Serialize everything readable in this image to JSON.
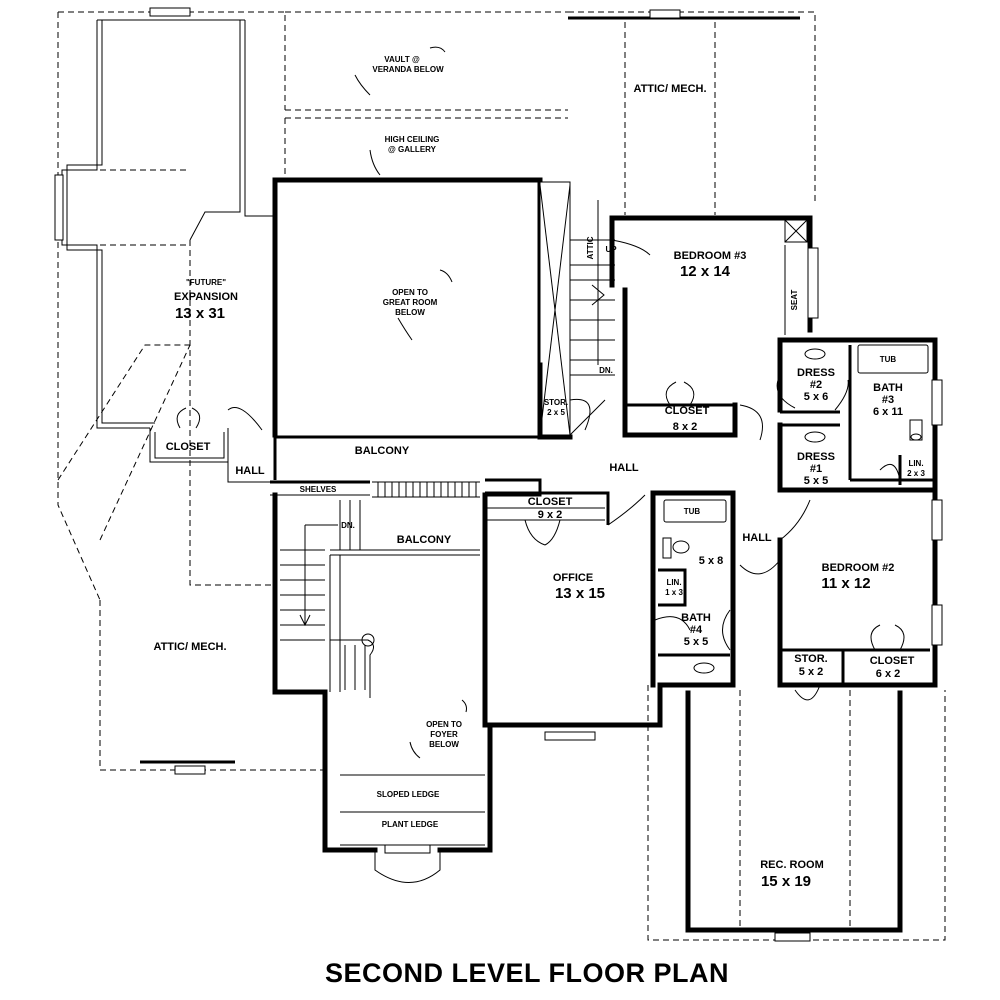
{
  "plan": {
    "title": "SECOND LEVEL FLOOR PLAN",
    "rooms": {
      "future_label": "\"FUTURE\"",
      "future_name": "EXPANSION",
      "future_dim": "13 x 31",
      "closet_left": "CLOSET",
      "hall_left": "HALL",
      "attic_left": "ATTIC/ MECH.",
      "attic_top": "ATTIC/ MECH.",
      "balcony_top": "BALCONY",
      "balcony_lower": "BALCONY",
      "shelves": "SHELVES",
      "hall_center": "HALL",
      "hall_right": "HALL",
      "bedroom3_name": "BEDROOM #3",
      "bedroom3_dim": "12 x 14",
      "closet_b3": "CLOSET",
      "closet_b3_dim": "8 x 2",
      "seat": "SEAT",
      "stor_center": "STOR.",
      "stor_center_dim": "2 x 5",
      "dress2_name": "DRESS",
      "dress2_num": "#2",
      "dress2_dim": "5 x 6",
      "tub_bath3": "TUB",
      "bath3_name": "BATH",
      "bath3_num": "#3",
      "bath3_dim": "6 x 11",
      "dress1_name": "DRESS",
      "dress1_num": "#1",
      "dress1_dim": "5 x 5",
      "lin_right": "LIN.",
      "lin_right_dim": "2 x 3",
      "closet_office": "CLOSET",
      "closet_office_dim": "9 x 2",
      "office_name": "OFFICE",
      "office_dim": "13 x 15",
      "tub_bath4": "TUB",
      "bath4_room_dim": "5 x 8",
      "lin_center": "LIN.",
      "lin_center_dim": "1 x 3",
      "bath4_name": "BATH",
      "bath4_num": "#4",
      "bath4_dim": "5 x 5",
      "bedroom2_name": "BEDROOM #2",
      "bedroom2_dim": "11 x 12",
      "stor_right": "STOR.",
      "stor_right_dim": "5 x 2",
      "closet_b2": "CLOSET",
      "closet_b2_dim": "6 x 2",
      "rec_name": "REC. ROOM",
      "rec_dim": "15 x 19",
      "sloped_ledge": "SLOPED LEDGE",
      "plant_ledge": "PLANT LEDGE"
    },
    "notes": {
      "vault_1": "VAULT @",
      "vault_2": "VERANDA BELOW",
      "gallery_1": "HIGH CEILING",
      "gallery_2": "@ GALLERY",
      "great_1": "OPEN TO",
      "great_2": "GREAT ROOM",
      "great_3": "BELOW",
      "foyer_1": "OPEN TO",
      "foyer_2": "FOYER",
      "foyer_3": "BELOW",
      "attic_vertical": "ATTIC",
      "up": "UP",
      "dn_center": "DN.",
      "dn_left": "DN."
    }
  }
}
